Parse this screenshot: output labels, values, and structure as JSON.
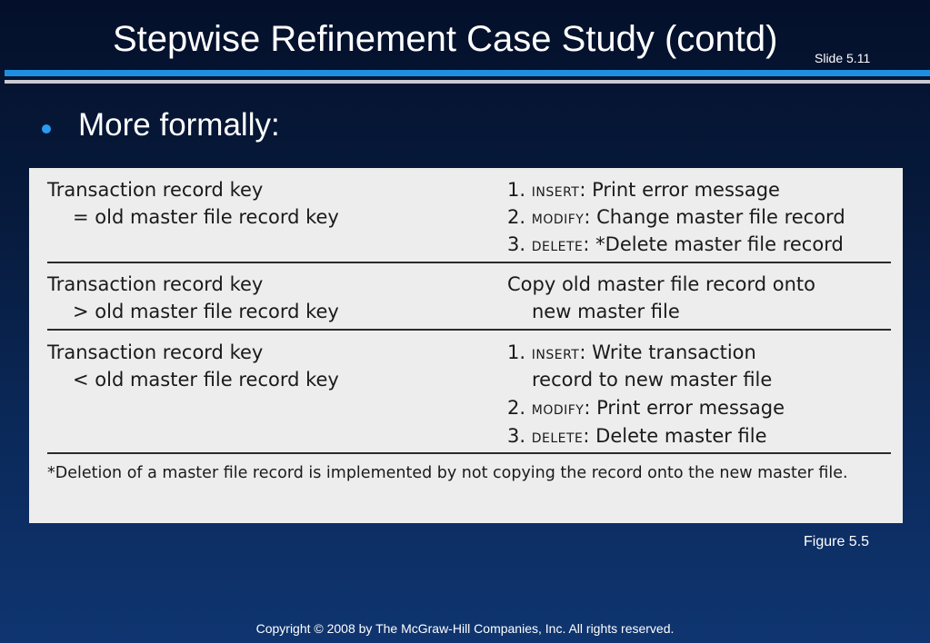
{
  "slide": {
    "title": "Stepwise Refinement Case Study (contd)",
    "slide_number": "Slide 5.11",
    "bullet": "More formally:",
    "figure_label": "Figure 5.5",
    "copyright": "Copyright © 2008 by The McGraw-Hill Companies, Inc.  All rights reserved."
  },
  "table": {
    "rows": [
      {
        "condition": [
          "Transaction record key",
          "= old master file record key"
        ],
        "actions": [
          {
            "num": "1.",
            "op": "INSERT",
            "text": ": Print error message"
          },
          {
            "num": "2.",
            "op": "MODIFY",
            "text": ": Change master file record"
          },
          {
            "num": "3.",
            "op": "DELETE",
            "text": ": *Delete master file record"
          }
        ]
      },
      {
        "condition": [
          "Transaction record key",
          "> old master file record key"
        ],
        "actions_text": [
          "Copy old master file record onto",
          "new master file"
        ]
      },
      {
        "condition": [
          "Transaction record key",
          "< old master file record key"
        ],
        "actions": [
          {
            "num": "1.",
            "op": "INSERT",
            "text": ": Write transaction"
          },
          {
            "continuation": "record to new master file"
          },
          {
            "num": "2.",
            "op": "MODIFY",
            "text": ": Print error message"
          },
          {
            "num": "3.",
            "op": "DELETE",
            "text": ": Delete master file"
          }
        ]
      }
    ],
    "footnote": "*Deletion of a master file record is implemented by not copying the record onto the new master file."
  }
}
